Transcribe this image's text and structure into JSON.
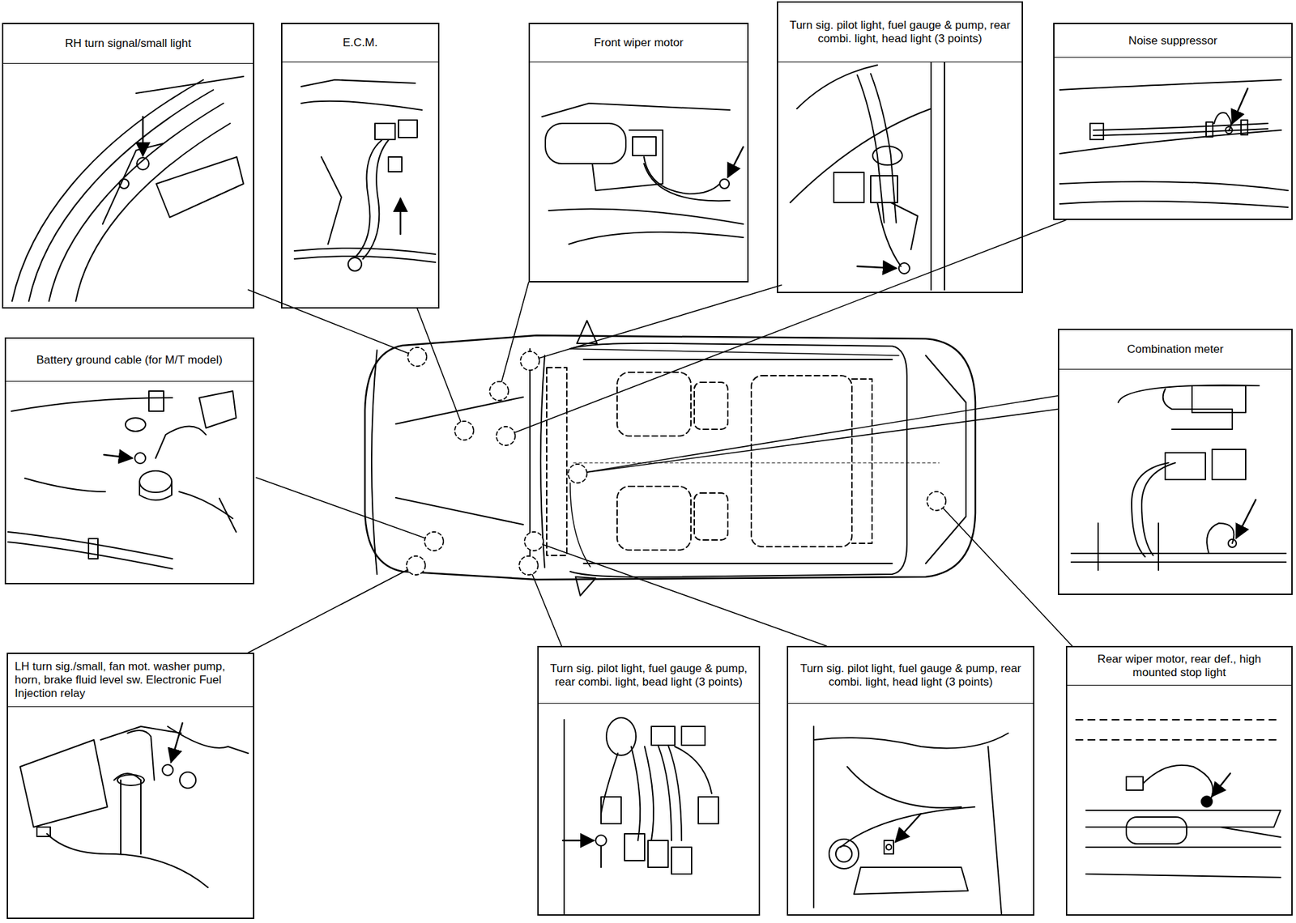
{
  "diagram": {
    "nodes": [
      {
        "text": [
          "RH turn signal/small light"
        ]
      },
      {
        "text": [
          "E.C.M."
        ]
      },
      {
        "text": [
          "Front wiper motor"
        ]
      },
      {
        "text": [
          "Turn sig. pilot light, fuel gauge & pump, rear combi. light, head light (3 points)"
        ]
      },
      {
        "text": [
          "Noise suppressor"
        ]
      },
      {
        "text": [
          "Battery ground cable (for M/T model)"
        ]
      },
      {
        "text": [
          "Combination meter"
        ]
      },
      {
        "text": [
          "LH turn sig./small, fan mot. washer pump, horn, brake fluid level sw. Electronic Fuel Injection relay"
        ]
      },
      {
        "text": [
          "Turn sig. pilot light, fuel gauge & pump, rear combi. light, bead light (3 points)"
        ]
      },
      {
        "text": [
          "Turn sig. pilot light, fuel gauge & pump, rear combi. light, head light (3 points)"
        ]
      },
      {
        "text": [
          "Rear wiper motor, rear def., high mounted stop light"
        ]
      }
    ]
  }
}
